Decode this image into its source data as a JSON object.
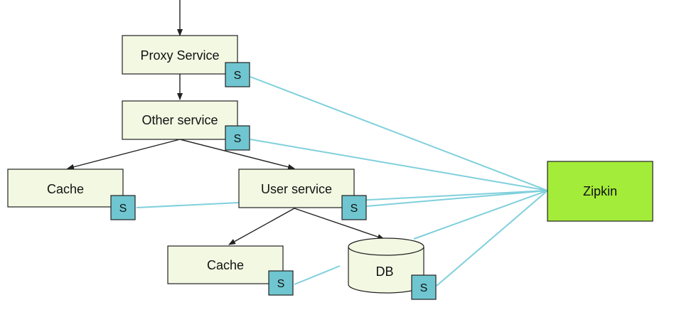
{
  "colors": {
    "service_fill": "#f3f8e3",
    "badge_fill": "#6fc6d0",
    "zipkin_fill": "#a4ec3a",
    "trace_line": "#7fd0dc",
    "arrow": "#222222"
  },
  "nodes": {
    "proxy_service": {
      "label": "Proxy Service"
    },
    "other_service": {
      "label": "Other service"
    },
    "cache_left": {
      "label": "Cache"
    },
    "user_service": {
      "label": "User service"
    },
    "cache_bottom": {
      "label": "Cache"
    },
    "db": {
      "label": "DB"
    },
    "zipkin": {
      "label": "Zipkin"
    }
  },
  "badges": {
    "proxy_service": "S",
    "other_service": "S",
    "cache_left": "S",
    "user_service": "S",
    "cache_bottom": "S",
    "db": "S"
  }
}
